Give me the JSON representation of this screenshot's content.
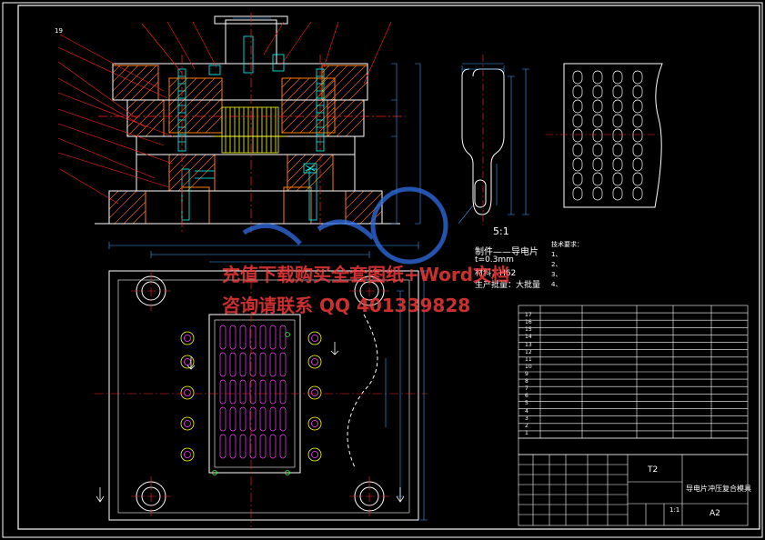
{
  "drawing": {
    "scale_label": "5:1",
    "part_info": {
      "heading": "制件——导电片",
      "thickness": "t=0.3mm",
      "material": "材料：H62",
      "batch": "生产批量：大批量"
    },
    "watermark": {
      "line1": "充值下载购买全套图纸+Word文档",
      "line2": "咨询请联系 QQ 401339828"
    },
    "tech_notes": {
      "title": "技术要求：",
      "items": [
        "1、",
        "2、",
        "3、",
        "4、"
      ]
    },
    "title_block": {
      "drawing_name": "导电片冲压复合模具",
      "sheet": "A2",
      "ratio": "1:1",
      "code": "T2"
    },
    "bom_numbers": [
      "17",
      "16",
      "15",
      "14",
      "13",
      "12",
      "11",
      "10",
      "9",
      "8",
      "7",
      "6",
      "5",
      "4",
      "3",
      "2",
      "1"
    ],
    "colors": {
      "background": "#000000",
      "outline": "#ffffff",
      "section": "#ff7a00",
      "punch": "#ffff00",
      "bolt": "#00ffff",
      "centerline": "#ff2020",
      "dimension": "#3aa0ff",
      "magenta": "#ff40ff",
      "green": "#30ff30",
      "watermark_red": "#ff3b3b",
      "watermark_blue": "#2f6fe6"
    }
  }
}
